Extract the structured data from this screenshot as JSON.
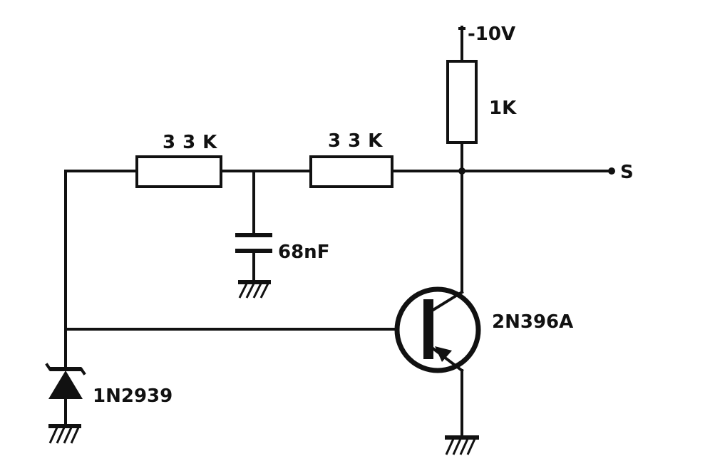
{
  "circuit": {
    "supply": {
      "label": "-10V"
    },
    "output": {
      "label": "S"
    },
    "components": {
      "r_collector": {
        "value": "1K"
      },
      "r_left": {
        "value": "33K"
      },
      "r_right": {
        "value": "33K"
      },
      "capacitor": {
        "value": "68nF"
      },
      "transistor": {
        "part": "2N396A"
      },
      "diode": {
        "part": "1N2939"
      }
    }
  },
  "colors": {
    "ink": "#111111",
    "paper": "#ffffff"
  }
}
